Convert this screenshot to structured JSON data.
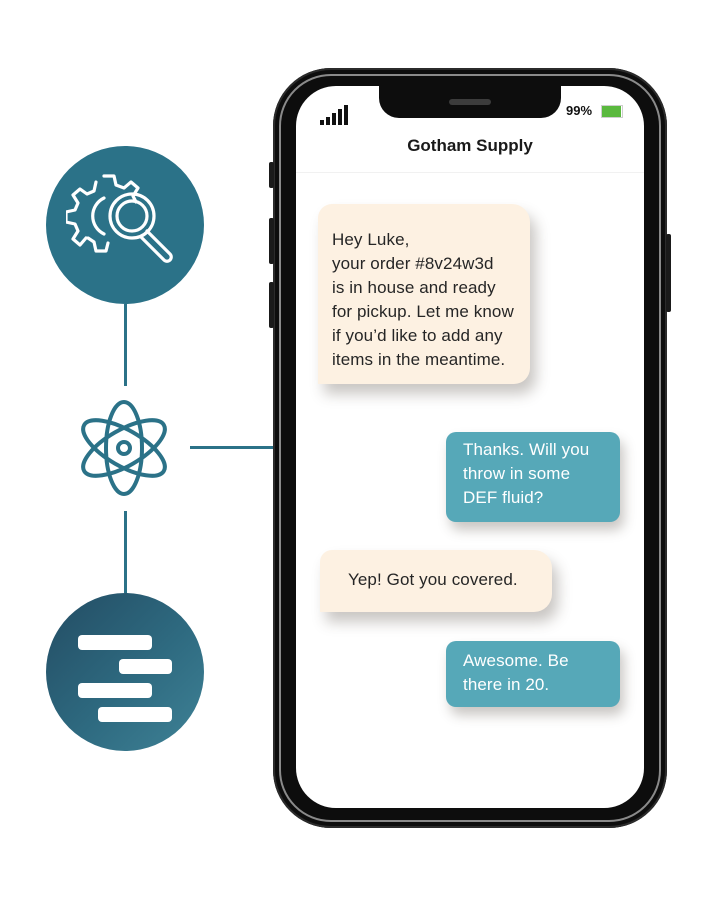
{
  "workflow": {
    "steps": [
      {
        "icon": "gear-magnifier-icon",
        "color": "#2b7288"
      },
      {
        "icon": "atom-icon",
        "color": "#2b7288"
      },
      {
        "icon": "text-lines-icon",
        "color": "#234c63"
      }
    ]
  },
  "phone": {
    "status_bar": {
      "signal_icon": "signal-bars-icon",
      "battery_percent": "99%",
      "battery_icon": "battery-icon",
      "battery_color": "#5ab93e"
    },
    "header": {
      "title": "Gotham Supply"
    },
    "messages": [
      {
        "direction": "incoming",
        "text": "Hey Luke,\nyour order #8v24w3d\nis in house and ready\nfor pickup. Let me know\nif you’d like to add any\nitems in the meantime.",
        "bg": "#fdf1e2"
      },
      {
        "direction": "outgoing",
        "text": "Thanks. Will you\nthrow in some\nDEF fluid?",
        "bg": "#56a8b8"
      },
      {
        "direction": "incoming",
        "text": "Yep! Got you covered.",
        "bg": "#fdf1e2"
      },
      {
        "direction": "outgoing",
        "text": "Awesome. Be\nthere in 20.",
        "bg": "#56a8b8"
      }
    ]
  }
}
